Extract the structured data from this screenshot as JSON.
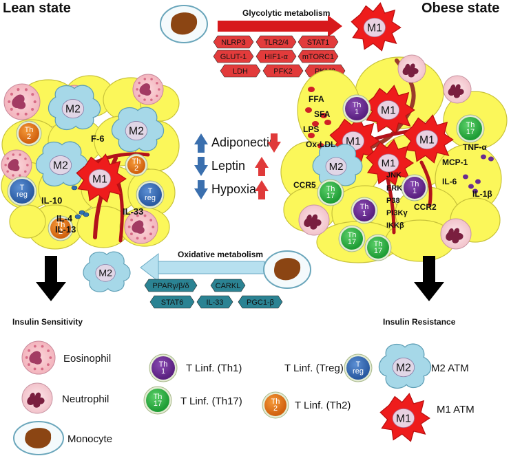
{
  "titles": {
    "lean": "Lean state",
    "obese": "Obese state"
  },
  "glycolytic": {
    "label": "Glycolytic metabolism",
    "markers": [
      "NLRP3",
      "TLR2/4",
      "STAT1",
      "GLUT-1",
      "HIF1-α",
      "mTORC1",
      "LDH",
      "PFK2",
      "PKM2"
    ]
  },
  "oxidative": {
    "label": "Oxidative metabolism",
    "markers": [
      "PPARγ/β/δ",
      "CARKL",
      "STAT6",
      "IL-33",
      "PGC1-β"
    ]
  },
  "middle": {
    "items": [
      {
        "label": "Adiponectin",
        "lean": "up",
        "obese": "down"
      },
      {
        "label": "Leptin",
        "lean": "down",
        "obese": "up"
      },
      {
        "label": "Hypoxia",
        "lean": "down",
        "obese": "up"
      }
    ]
  },
  "lean_cluster": {
    "cytokines": [
      "IL-10",
      "IL-4",
      "IL-13",
      "IL-33",
      "F-6"
    ],
    "cells": {
      "m2": "M2",
      "m1": "M1",
      "th2_top": "Th",
      "th2_sub": "2",
      "treg_top": "T",
      "treg_sub": "reg"
    }
  },
  "obese_cluster": {
    "lipids": [
      "FFA",
      "SFA",
      "LPS",
      "Ox-LDL"
    ],
    "cytokines": [
      "TNF-α",
      "MCP-1",
      "IL-6",
      "IL-1β"
    ],
    "receptors": [
      "CCR5",
      "CCR2"
    ],
    "kinases": [
      "JNK",
      "ERK",
      "P38",
      "PI3Kγ",
      "IKKβ"
    ],
    "cells": {
      "m1": "M1",
      "m2": "M2",
      "th1_top": "Th",
      "th1_sub": "1",
      "th17_top": "Th",
      "th17_sub": "17"
    }
  },
  "outcomes": {
    "lean": "Insulin Sensitivity",
    "obese": "Insulin Resistance"
  },
  "legend": {
    "eosinophil": "Eosinophil",
    "neutrophil": "Neutrophil",
    "monocyte": "Monocyte",
    "th1": "T Linf. (Th1)",
    "th17": "T Linf. (Th17)",
    "treg": "T Linf. (Treg)",
    "th2": "T Linf. (Th2)",
    "m2atm": "M2 ATM",
    "m1atm": "M1 ATM"
  },
  "colors": {
    "adipocyte": "#fbf75a",
    "adipocyte_stroke": "#c8c23a",
    "m1": "#ee1c1c",
    "m2": "#a6d8e8",
    "th1": "#6a2c91",
    "th2": "#e97a1f",
    "th17": "#33b44a",
    "treg": "#3c6fb6",
    "glyco_arrow": "#d7191c",
    "oxi_arrow": "#9fd3e6",
    "glyco_marker": "#e23b3b",
    "oxi_marker": "#2b8393",
    "vessel": "#b3121b",
    "up_blue": "#3a6fae",
    "red_arrow": "#e03a3a"
  }
}
